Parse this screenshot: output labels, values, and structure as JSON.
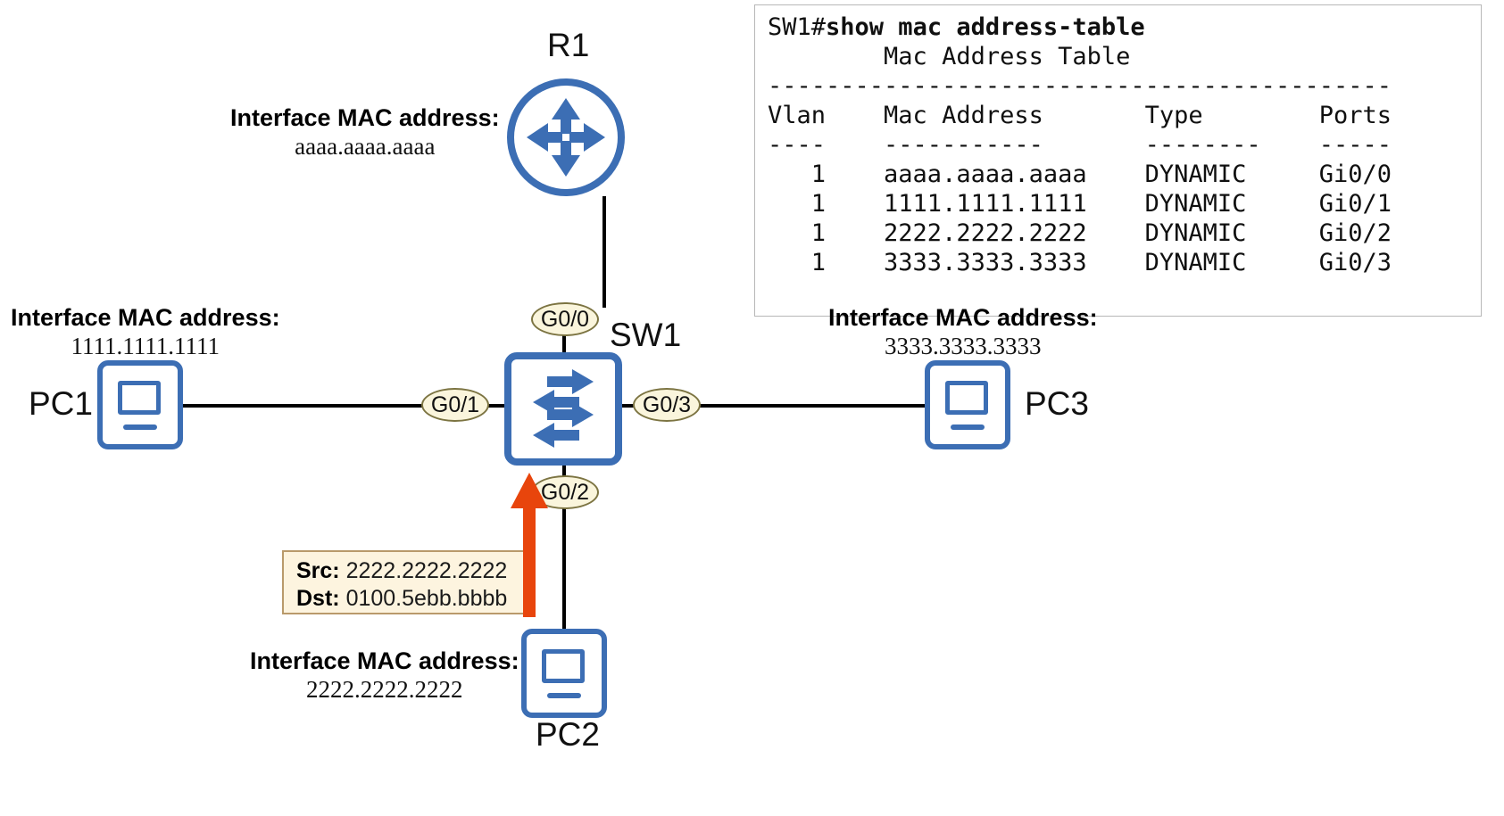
{
  "diagram": {
    "title": "Switch MAC address table learning topology",
    "colors": {
      "device_blue": "#3C6EB4",
      "port_fill": "#FAF5DC",
      "port_border": "#7c7442",
      "packet_fill": "#FDF4DF",
      "packet_border": "#b99a6b",
      "flow_arrow": "#E8450C",
      "link": "#000000"
    }
  },
  "cli": {
    "prompt": "SW1#",
    "command": "show mac address-table",
    "lines": [
      "        Mac Address Table",
      "-------------------------------------------",
      "",
      "Vlan    Mac Address       Type        Ports",
      "----    -----------       --------    -----",
      "   1    aaaa.aaaa.aaaa    DYNAMIC     Gi0/0",
      "   1    1111.1111.1111    DYNAMIC     Gi0/1",
      "   1    2222.2222.2222    DYNAMIC     Gi0/2",
      "   1    3333.3333.3333    DYNAMIC     Gi0/3"
    ],
    "table": {
      "title": "Mac Address Table",
      "headers": [
        "Vlan",
        "Mac Address",
        "Type",
        "Ports"
      ],
      "rows": [
        [
          "1",
          "aaaa.aaaa.aaaa",
          "DYNAMIC",
          "Gi0/0"
        ],
        [
          "1",
          "1111.1111.1111",
          "DYNAMIC",
          "Gi0/1"
        ],
        [
          "1",
          "2222.2222.2222",
          "DYNAMIC",
          "Gi0/2"
        ],
        [
          "1",
          "3333.3333.3333",
          "DYNAMIC",
          "Gi0/3"
        ]
      ]
    }
  },
  "devices": {
    "r1": {
      "label": "R1",
      "mac_title": "Interface MAC address:",
      "mac": "aaaa.aaaa.aaaa"
    },
    "sw1": {
      "label": "SW1"
    },
    "pc1": {
      "label": "PC1",
      "mac_title": "Interface MAC address:",
      "mac": "1111.1111.1111"
    },
    "pc2": {
      "label": "PC2",
      "mac_title": "Interface MAC address:",
      "mac": "2222.2222.2222"
    },
    "pc3": {
      "label": "PC3",
      "mac_title": "Interface MAC address:",
      "mac": "3333.3333.3333"
    }
  },
  "ports": {
    "g00": "G0/0",
    "g01": "G0/1",
    "g02": "G0/2",
    "g03": "G0/3"
  },
  "packet": {
    "src_key": "Src:",
    "src_value": "2222.2222.2222",
    "dst_key": "Dst:",
    "dst_value": "0100.5ebb.bbbb"
  }
}
